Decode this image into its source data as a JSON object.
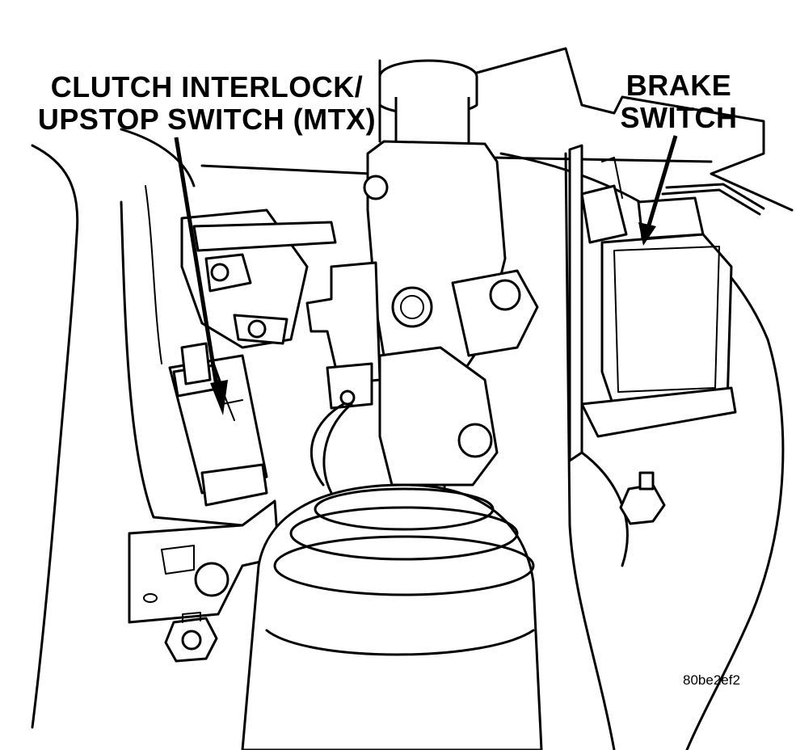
{
  "labels": {
    "clutch_line1": "CLUTCH INTERLOCK/",
    "clutch_line2": "UPSTOP SWITCH (MTX)",
    "brake_line1": "BRAKE",
    "brake_line2": "SWITCH"
  },
  "figure_id": "80be2ef2",
  "colors": {
    "line": "#000000",
    "background": "#ffffff"
  }
}
